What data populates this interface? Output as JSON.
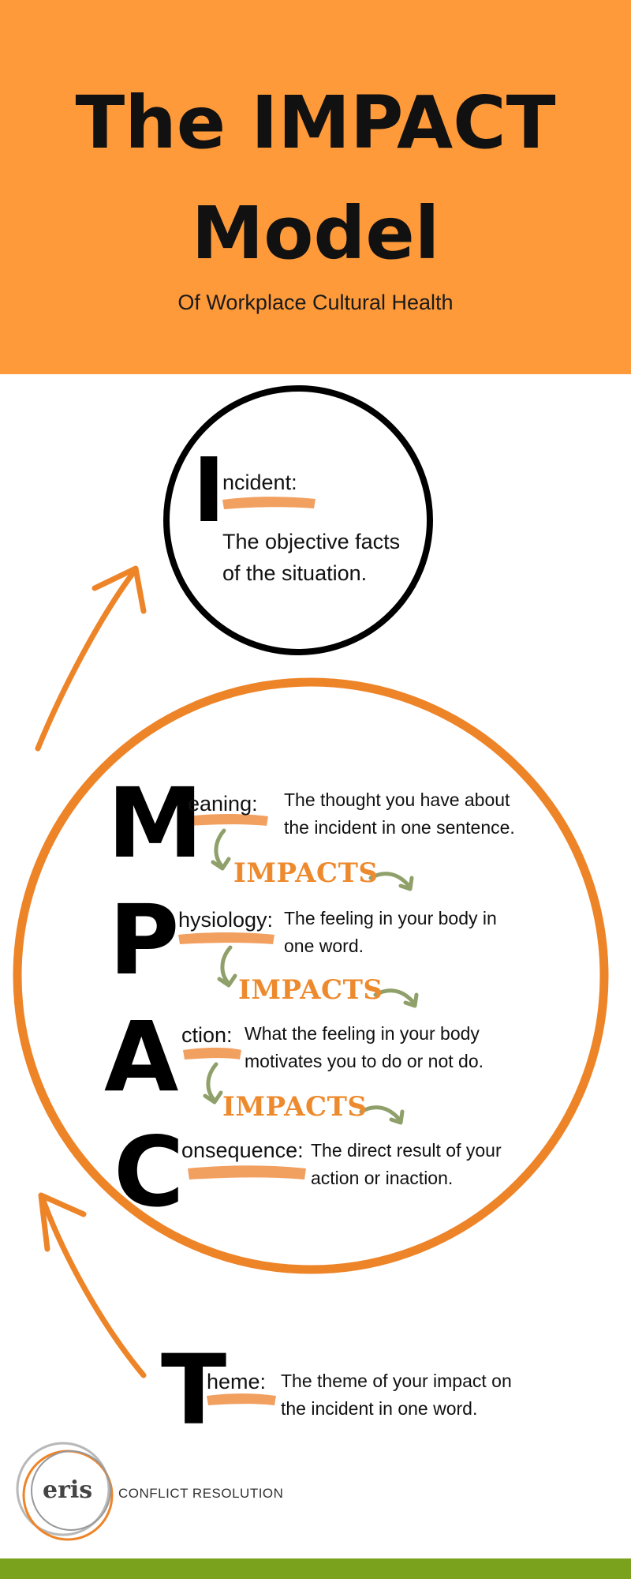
{
  "header": {
    "title_line1": "The IMPACT",
    "title_line2": "Model",
    "subtitle": "Of Workplace Cultural Health"
  },
  "incident": {
    "letter": "I",
    "word": "ncident:",
    "description": "The objective facts of the situation."
  },
  "steps": [
    {
      "letter": "M",
      "word": "eaning:",
      "description": "The thought you have about the incident in one sentence."
    },
    {
      "letter": "P",
      "word": "hysiology:",
      "description": "The feeling in your body in one word."
    },
    {
      "letter": "A",
      "word": "ction:",
      "description": "What the feeling in your body motivates you to do or not do."
    },
    {
      "letter": "C",
      "word": "onsequence:",
      "description": "The direct result of your action or inaction."
    }
  ],
  "impacts_label": "IMPACTS",
  "theme": {
    "letter": "T",
    "word": "heme:",
    "description": "The theme of your impact on the incident in one word."
  },
  "logo": {
    "name": "eris",
    "tagline": "CONFLICT RESOLUTION"
  },
  "colors": {
    "header_bg": "#fe9a3a",
    "accent_orange": "#ee8a2e",
    "arrow_green": "#8fa06a",
    "footer_green": "#7aa21d"
  }
}
